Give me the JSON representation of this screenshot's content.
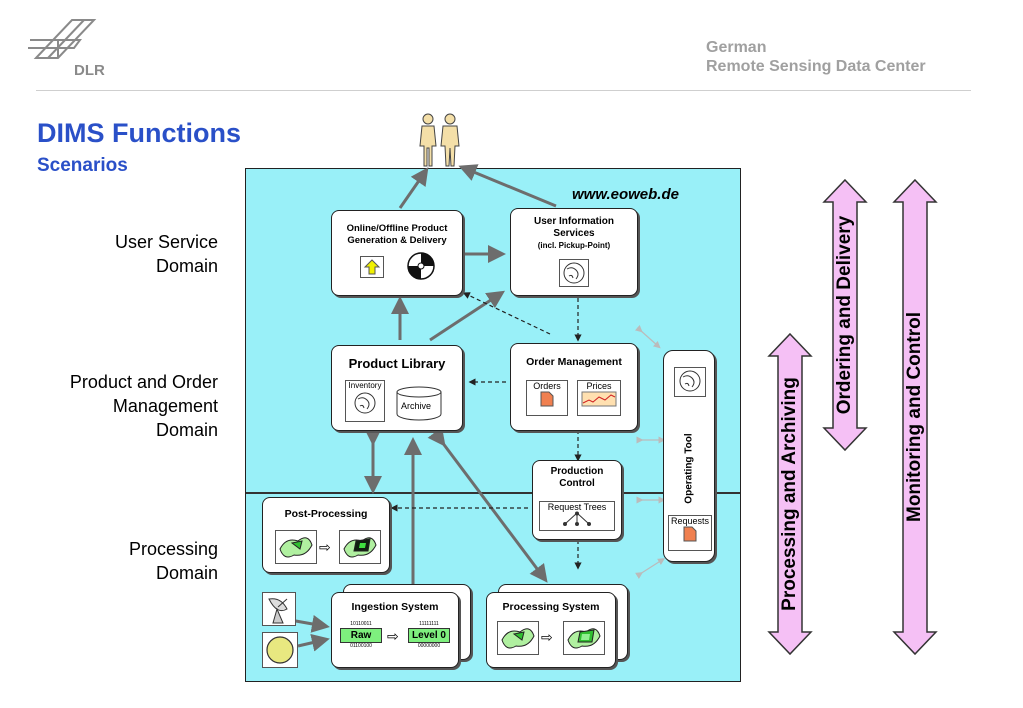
{
  "header": {
    "logo_text": "DLR",
    "org_line1": "German",
    "org_line2": "Remote Sensing Data Center"
  },
  "page": {
    "title": "DIMS Functions",
    "subtitle": "Scenarios"
  },
  "domains": {
    "user_service": [
      "User Service",
      "Domain"
    ],
    "product_order": [
      "Product and Order",
      "Management",
      "Domain"
    ],
    "processing": [
      "Processing",
      "Domain"
    ]
  },
  "diagram": {
    "url": "www.eoweb.de",
    "online_offline": [
      "Online/Offline Product",
      "Generation & Delivery"
    ],
    "user_info": [
      "User Information",
      "Services",
      "(incl. Pickup-Point)"
    ],
    "product_library": "Product Library",
    "inventory": "Inventory",
    "archive": "Archive",
    "order_management": "Order Management",
    "orders": "Orders",
    "prices": "Prices",
    "production_control": [
      "Production",
      "Control"
    ],
    "request_trees": "Request Trees",
    "operating_tool": "Operating Tool",
    "requests": "Requests",
    "post_processing": "Post-Processing",
    "ingestion_system": "Ingestion System",
    "raw_bits_top": "10110011",
    "raw": "Raw",
    "raw_bits_bottom": "01100100",
    "level0_bits_top": "11111111",
    "level0": "Level 0",
    "level0_bits_bottom": "00000000",
    "processing_system": "Processing System"
  },
  "side_arrows": {
    "ordering": "Ordering and Delivery",
    "processing_archiving": "Processing and Archiving",
    "monitoring": "Monitoring and Control"
  },
  "colors": {
    "title_blue": "#2a50c8",
    "diagram_bg": "#99f0f8",
    "arrow_fill": "#f5c0f5",
    "flow_arrow": "#6d6d6d",
    "raw_green": "#7ef07e"
  }
}
